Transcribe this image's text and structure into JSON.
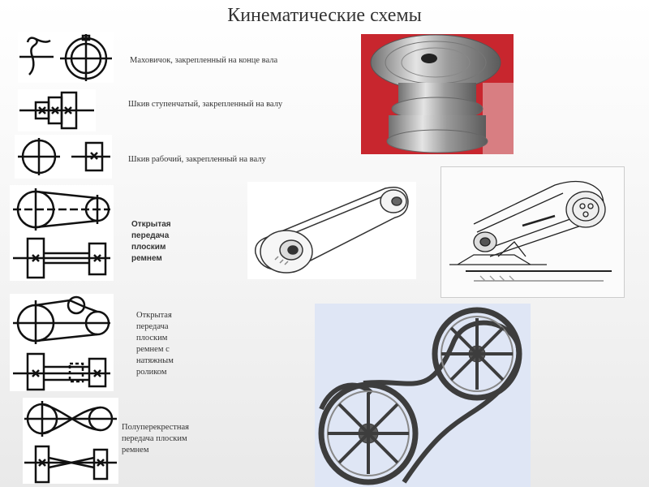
{
  "page": {
    "title": "Кинематические схемы"
  },
  "items": [
    {
      "label": "Маховичок, закрепленный на конце вала",
      "symbol": "handwheel-symbol"
    },
    {
      "label": "Шкив ступенчатый, закрепленный на валу",
      "symbol": "stepped-pulley-symbol"
    },
    {
      "label": "Шкив рабочий, закрепленный на валу",
      "symbol": "working-pulley-symbol"
    },
    {
      "label": "Открытая передача плоским ремнем",
      "symbol": "open-belt-drive-symbol"
    },
    {
      "label": "Открытая передача плоским ремнем с натяжным роликом",
      "symbol": "belt-drive-tension-roller-symbol"
    },
    {
      "label": "Полуперекрестная передача плоским ремнем",
      "symbol": "half-crossed-belt-drive-symbol"
    }
  ],
  "illustrations": [
    {
      "name": "stepped-pulley-photo"
    },
    {
      "name": "belt-drive-drawing"
    },
    {
      "name": "belt-mechanism-engraving"
    },
    {
      "name": "crossed-belt-wheels-render"
    }
  ],
  "colors": {
    "photo_red": "#c8262e",
    "render_blue": "#dfe6f5",
    "line": "#111111"
  }
}
